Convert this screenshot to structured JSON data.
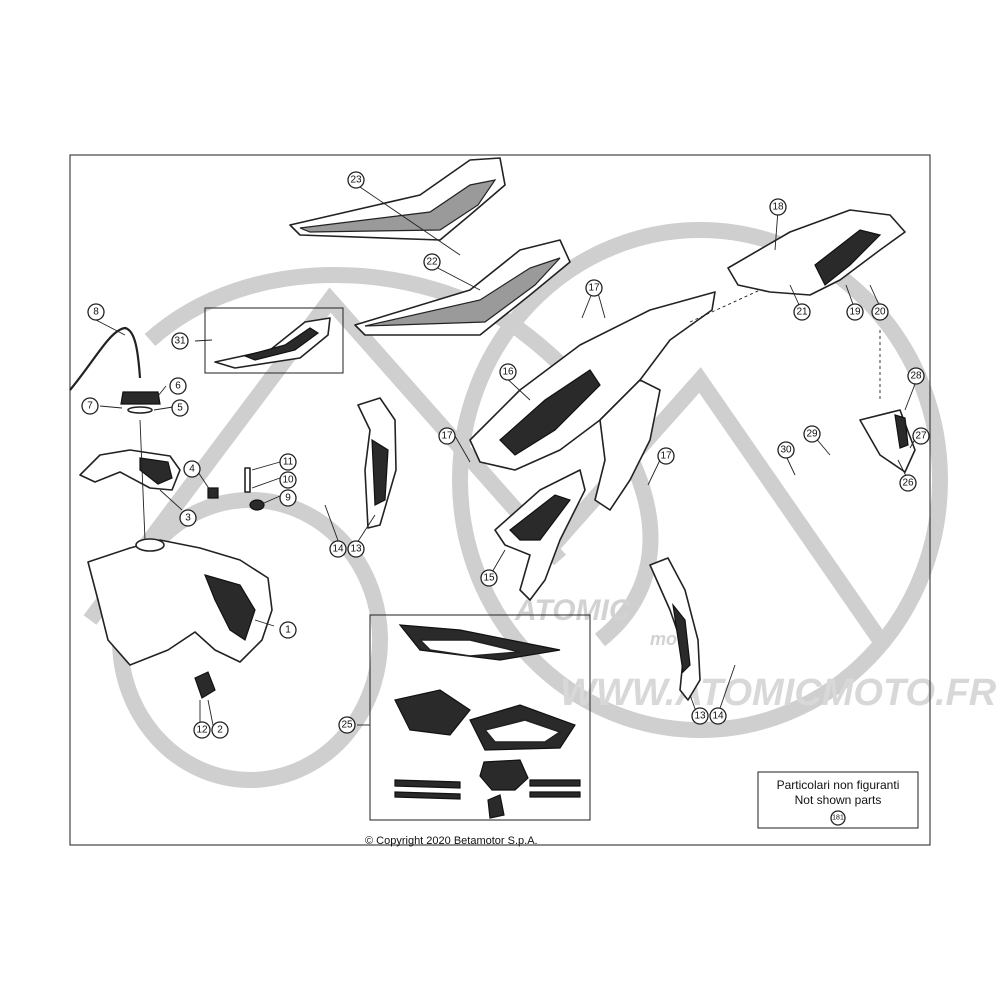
{
  "watermark": {
    "site": "WWW.ATOMICMOTO.FR",
    "logo_main": "ATOMIC",
    "logo_sub": "moto"
  },
  "callouts": [
    "1",
    "2",
    "3",
    "4",
    "5",
    "6",
    "7",
    "8",
    "9",
    "10",
    "11",
    "12",
    "13",
    "14",
    "15",
    "16",
    "17",
    "18",
    "19",
    "20",
    "21",
    "22",
    "23",
    "25",
    "26",
    "27",
    "28",
    "29",
    "30",
    "31"
  ],
  "note_box": {
    "line1": "Particolari non figuranti",
    "line2": "Not shown parts",
    "ref": "181"
  },
  "copyright": "© Copyright 2020 Betamotor S.p.A."
}
